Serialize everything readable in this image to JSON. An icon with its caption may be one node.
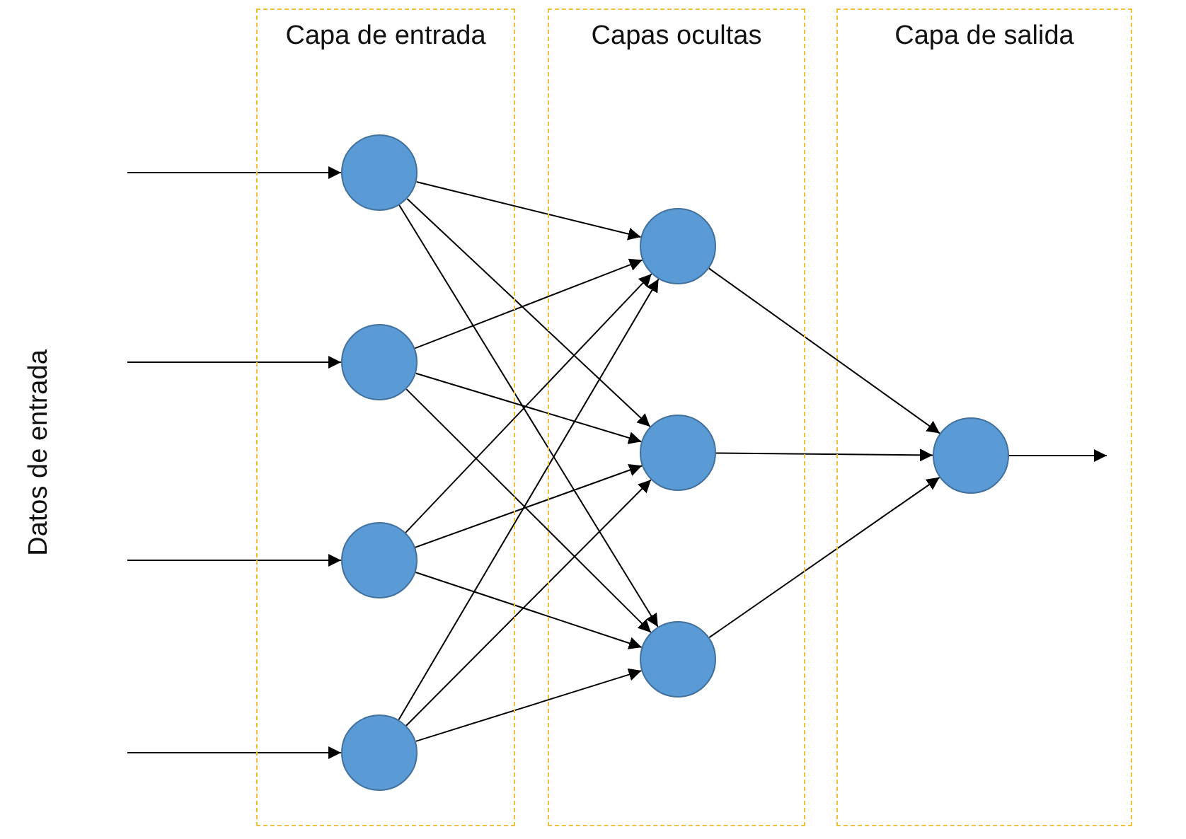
{
  "diagram": {
    "nodes": [
      {
        "text": [
          "Capa de entrada"
        ]
      },
      {
        "text": [
          "Capas ocultas"
        ]
      },
      {
        "text": [
          "Capa de salida"
        ]
      },
      {
        "text": [],
        "shape": "circle",
        "in": 0
      },
      {
        "text": [],
        "shape": "circle",
        "in": 0
      },
      {
        "text": [],
        "shape": "circle",
        "in": 0
      },
      {
        "text": [],
        "shape": "circle",
        "in": 0
      },
      {
        "text": [],
        "shape": "circle",
        "in": 1
      },
      {
        "text": [],
        "shape": "circle",
        "in": 1
      },
      {
        "text": [],
        "shape": "circle",
        "in": 1
      },
      {
        "text": [],
        "shape": "circle",
        "in": 2
      }
    ],
    "edges": [
      {
        "from": null,
        "to": 3,
        "arrow": "to"
      },
      {
        "from": null,
        "to": 4,
        "arrow": "to"
      },
      {
        "from": null,
        "to": 5,
        "arrow": "to"
      },
      {
        "from": null,
        "to": 6,
        "arrow": "to"
      },
      {
        "from": 3,
        "to": 7,
        "arrow": "to"
      },
      {
        "from": 3,
        "to": 8,
        "arrow": "to"
      },
      {
        "from": 3,
        "to": 9,
        "arrow": "to"
      },
      {
        "from": 4,
        "to": 7,
        "arrow": "to"
      },
      {
        "from": 4,
        "to": 8,
        "arrow": "to"
      },
      {
        "from": 4,
        "to": 9,
        "arrow": "to"
      },
      {
        "from": 5,
        "to": 7,
        "arrow": "to"
      },
      {
        "from": 5,
        "to": 8,
        "arrow": "to"
      },
      {
        "from": 5,
        "to": 9,
        "arrow": "to"
      },
      {
        "from": 6,
        "to": 7,
        "arrow": "to"
      },
      {
        "from": 6,
        "to": 8,
        "arrow": "to"
      },
      {
        "from": 6,
        "to": 9,
        "arrow": "to"
      },
      {
        "from": 7,
        "to": 10,
        "arrow": "to"
      },
      {
        "from": 8,
        "to": 10,
        "arrow": "to"
      },
      {
        "from": 9,
        "to": 10,
        "arrow": "to"
      },
      {
        "from": 10,
        "to": null,
        "arrow": "to"
      }
    ],
    "labels": [
      "Datos de entrada"
    ]
  }
}
